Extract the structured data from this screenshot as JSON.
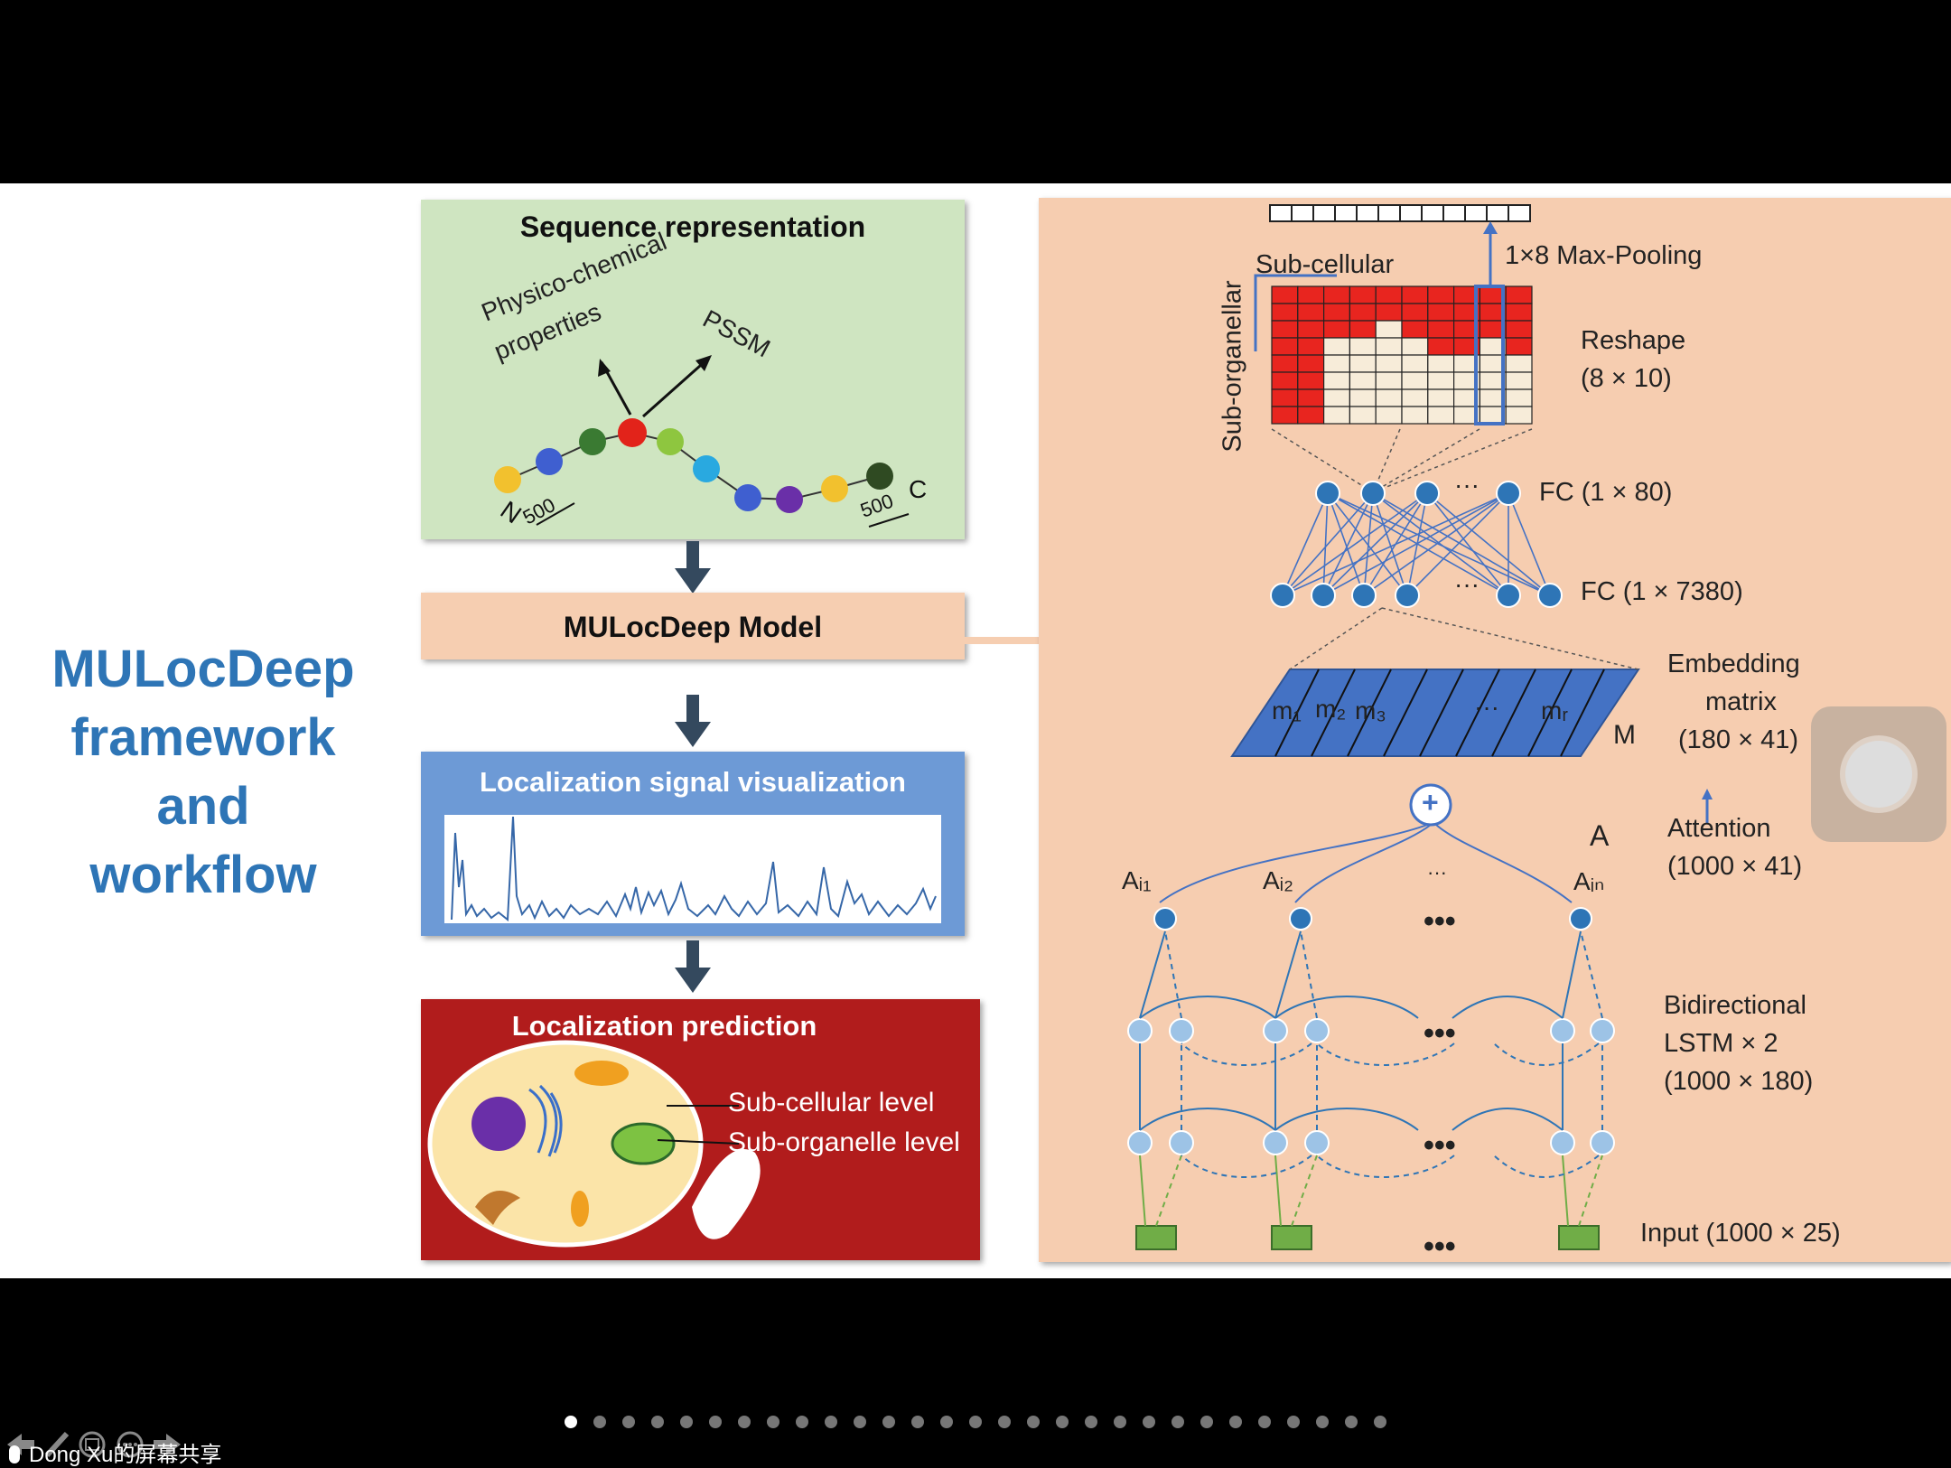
{
  "slide": {
    "title_lines": [
      "MULocDeep",
      "framework",
      "and",
      "workflow"
    ],
    "seq_box": {
      "title": "Sequence representation",
      "label_physico_line1": "Physico-chemical",
      "label_physico_line2": "properties",
      "label_pssm": "PSSM",
      "label_n": "N",
      "label_c": "C",
      "label_500_left": "500",
      "label_500_right": "500"
    },
    "model_box": {
      "title": "MULocDeep Model"
    },
    "viz_box": {
      "title": "Localization signal visualization"
    },
    "pred_box": {
      "title": "Localization prediction",
      "label_subcellular": "Sub-cellular level",
      "label_suborganelle": "Sub-organelle level"
    },
    "network": {
      "maxpool_label": "1×8 Max-Pooling",
      "subcellular_axis": "Sub-cellular",
      "suborganellar_axis": "Sub-organellar",
      "reshape_line1": "Reshape",
      "reshape_line2": "(8 × 10)",
      "fc80": "FC (1 × 80)",
      "fc7380": "FC (1 × 7380)",
      "ellipsis": "···",
      "embed_line1": "Embedding",
      "embed_line2": "matrix",
      "embed_line3": "(180 × 41)",
      "m_label": "M",
      "m1": "m₁",
      "m2": "m₂",
      "m3": "m₃",
      "mr": "mᵣ",
      "plus": "+",
      "a_label": "A",
      "attention_line1": "Attention",
      "attention_line2": "(1000 × 41)",
      "ai1": "Aᵢ₁",
      "ai2": "Aᵢ₂",
      "ain": "Aᵢₙ",
      "dots": "•••",
      "lstm_line1": "Bidirectional",
      "lstm_line2": "LSTM × 2",
      "lstm_line3": "(1000 × 180)",
      "input_label": "Input (1000 × 25)"
    }
  },
  "status": {
    "share_text": "Dong Xu的屏幕共享"
  },
  "pagination": {
    "count": 29,
    "active": 0
  },
  "colors": {
    "title_blue": "#2e75b6",
    "node_blue": "#2e75b6",
    "grid_red": "#e8251f",
    "pred_red": "#b11c1c"
  }
}
